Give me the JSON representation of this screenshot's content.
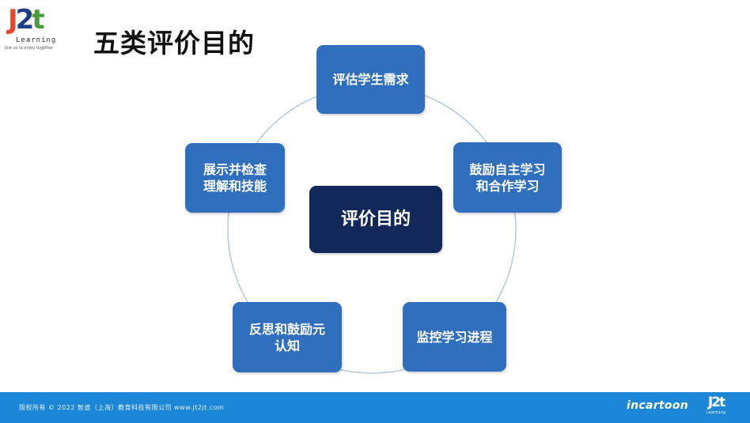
{
  "logo": {
    "mark_part1": "J",
    "mark_part2": "2",
    "mark_part3": "t",
    "word": "Learning",
    "tagline": "joie us to enjoy together"
  },
  "title": "五类评价目的",
  "diagram": {
    "center": "评价目的",
    "nodes": [
      {
        "id": "top",
        "label": "评估学生需求"
      },
      {
        "id": "right",
        "label": "鼓励自主学习\n和合作学习"
      },
      {
        "id": "bottom-right",
        "label": "监控学习进程"
      },
      {
        "id": "bottom-left",
        "label": "反思和鼓励元\n认知"
      },
      {
        "id": "left",
        "label": "展示并检查\n理解和技能"
      }
    ]
  },
  "footer": {
    "copyright": "版权所有 © 2022 智途（上海）教育科技有限公司 www.jt2jt.com",
    "brand": "incartoon",
    "logo_mark": "J2t",
    "logo_word": "Learning"
  },
  "colors": {
    "node": "#2f6fbd",
    "center": "#13285a",
    "ring": "#b7c9d6",
    "footer": "#1b87d6",
    "logo_red": "#e8452c",
    "logo_blue": "#1f3c88",
    "logo_green": "#4a9a3c"
  }
}
